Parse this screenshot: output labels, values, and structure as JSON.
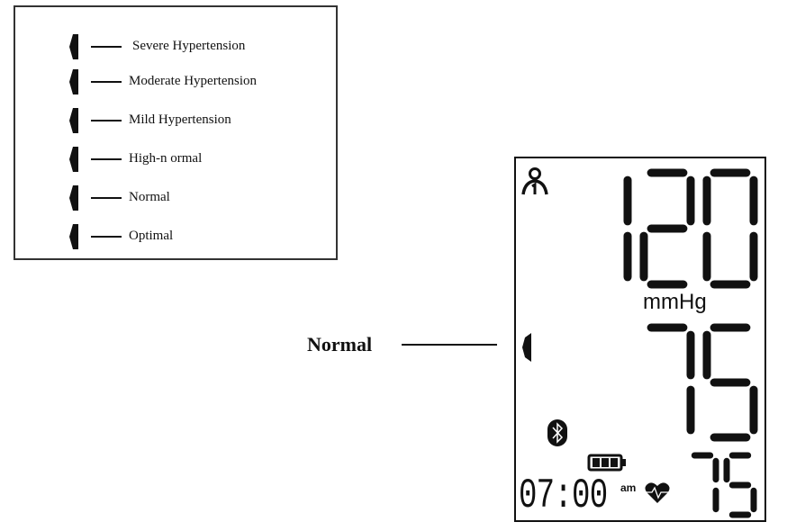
{
  "legend": {
    "items": [
      {
        "label": "Severe Hypertension"
      },
      {
        "label": "Moderate  Hypertension"
      },
      {
        "label": "Mild Hypertension"
      },
      {
        "label": "High-n ormal"
      },
      {
        "label": "Normal"
      },
      {
        "label": "Optimal"
      }
    ]
  },
  "callout": {
    "label": "Normal"
  },
  "display": {
    "systolic": "120",
    "diastolic": "75",
    "pulse": "75",
    "unit": "mmHg",
    "time": "07:00",
    "meridiem": "am",
    "user": "1",
    "icons": [
      "user-1-icon",
      "bluetooth-icon",
      "battery-full-icon",
      "heart-pulse-icon",
      "level-indicator-icon"
    ]
  }
}
